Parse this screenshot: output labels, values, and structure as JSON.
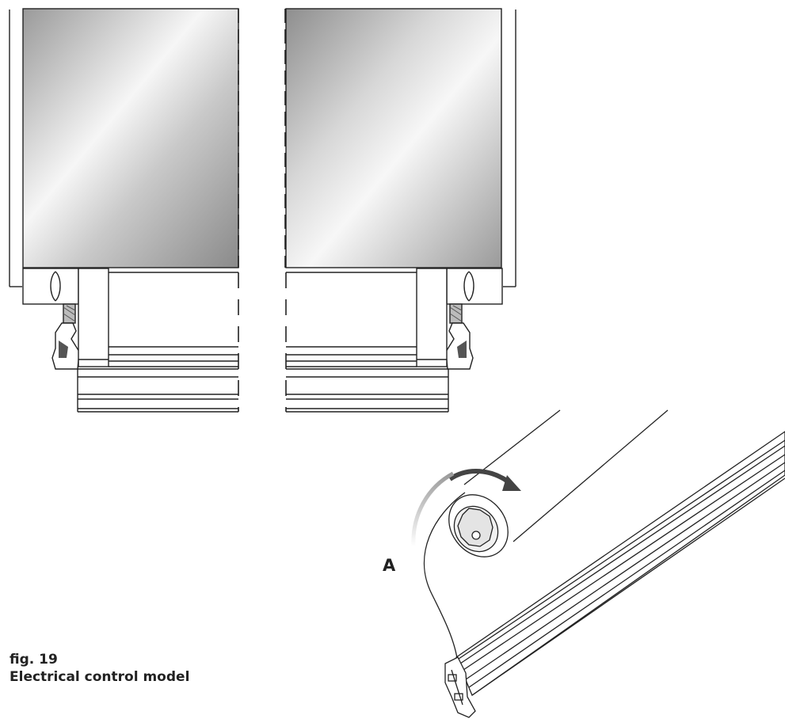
{
  "labels": {
    "callout_a": "A"
  },
  "caption": {
    "figure_number": "fig. 19",
    "title": "Electrical control model"
  },
  "colors": {
    "line": "#222222",
    "glass_light": "#f4f4f4",
    "glass_dark": "#8f8f8f",
    "arrow": "#4a4a4a"
  }
}
